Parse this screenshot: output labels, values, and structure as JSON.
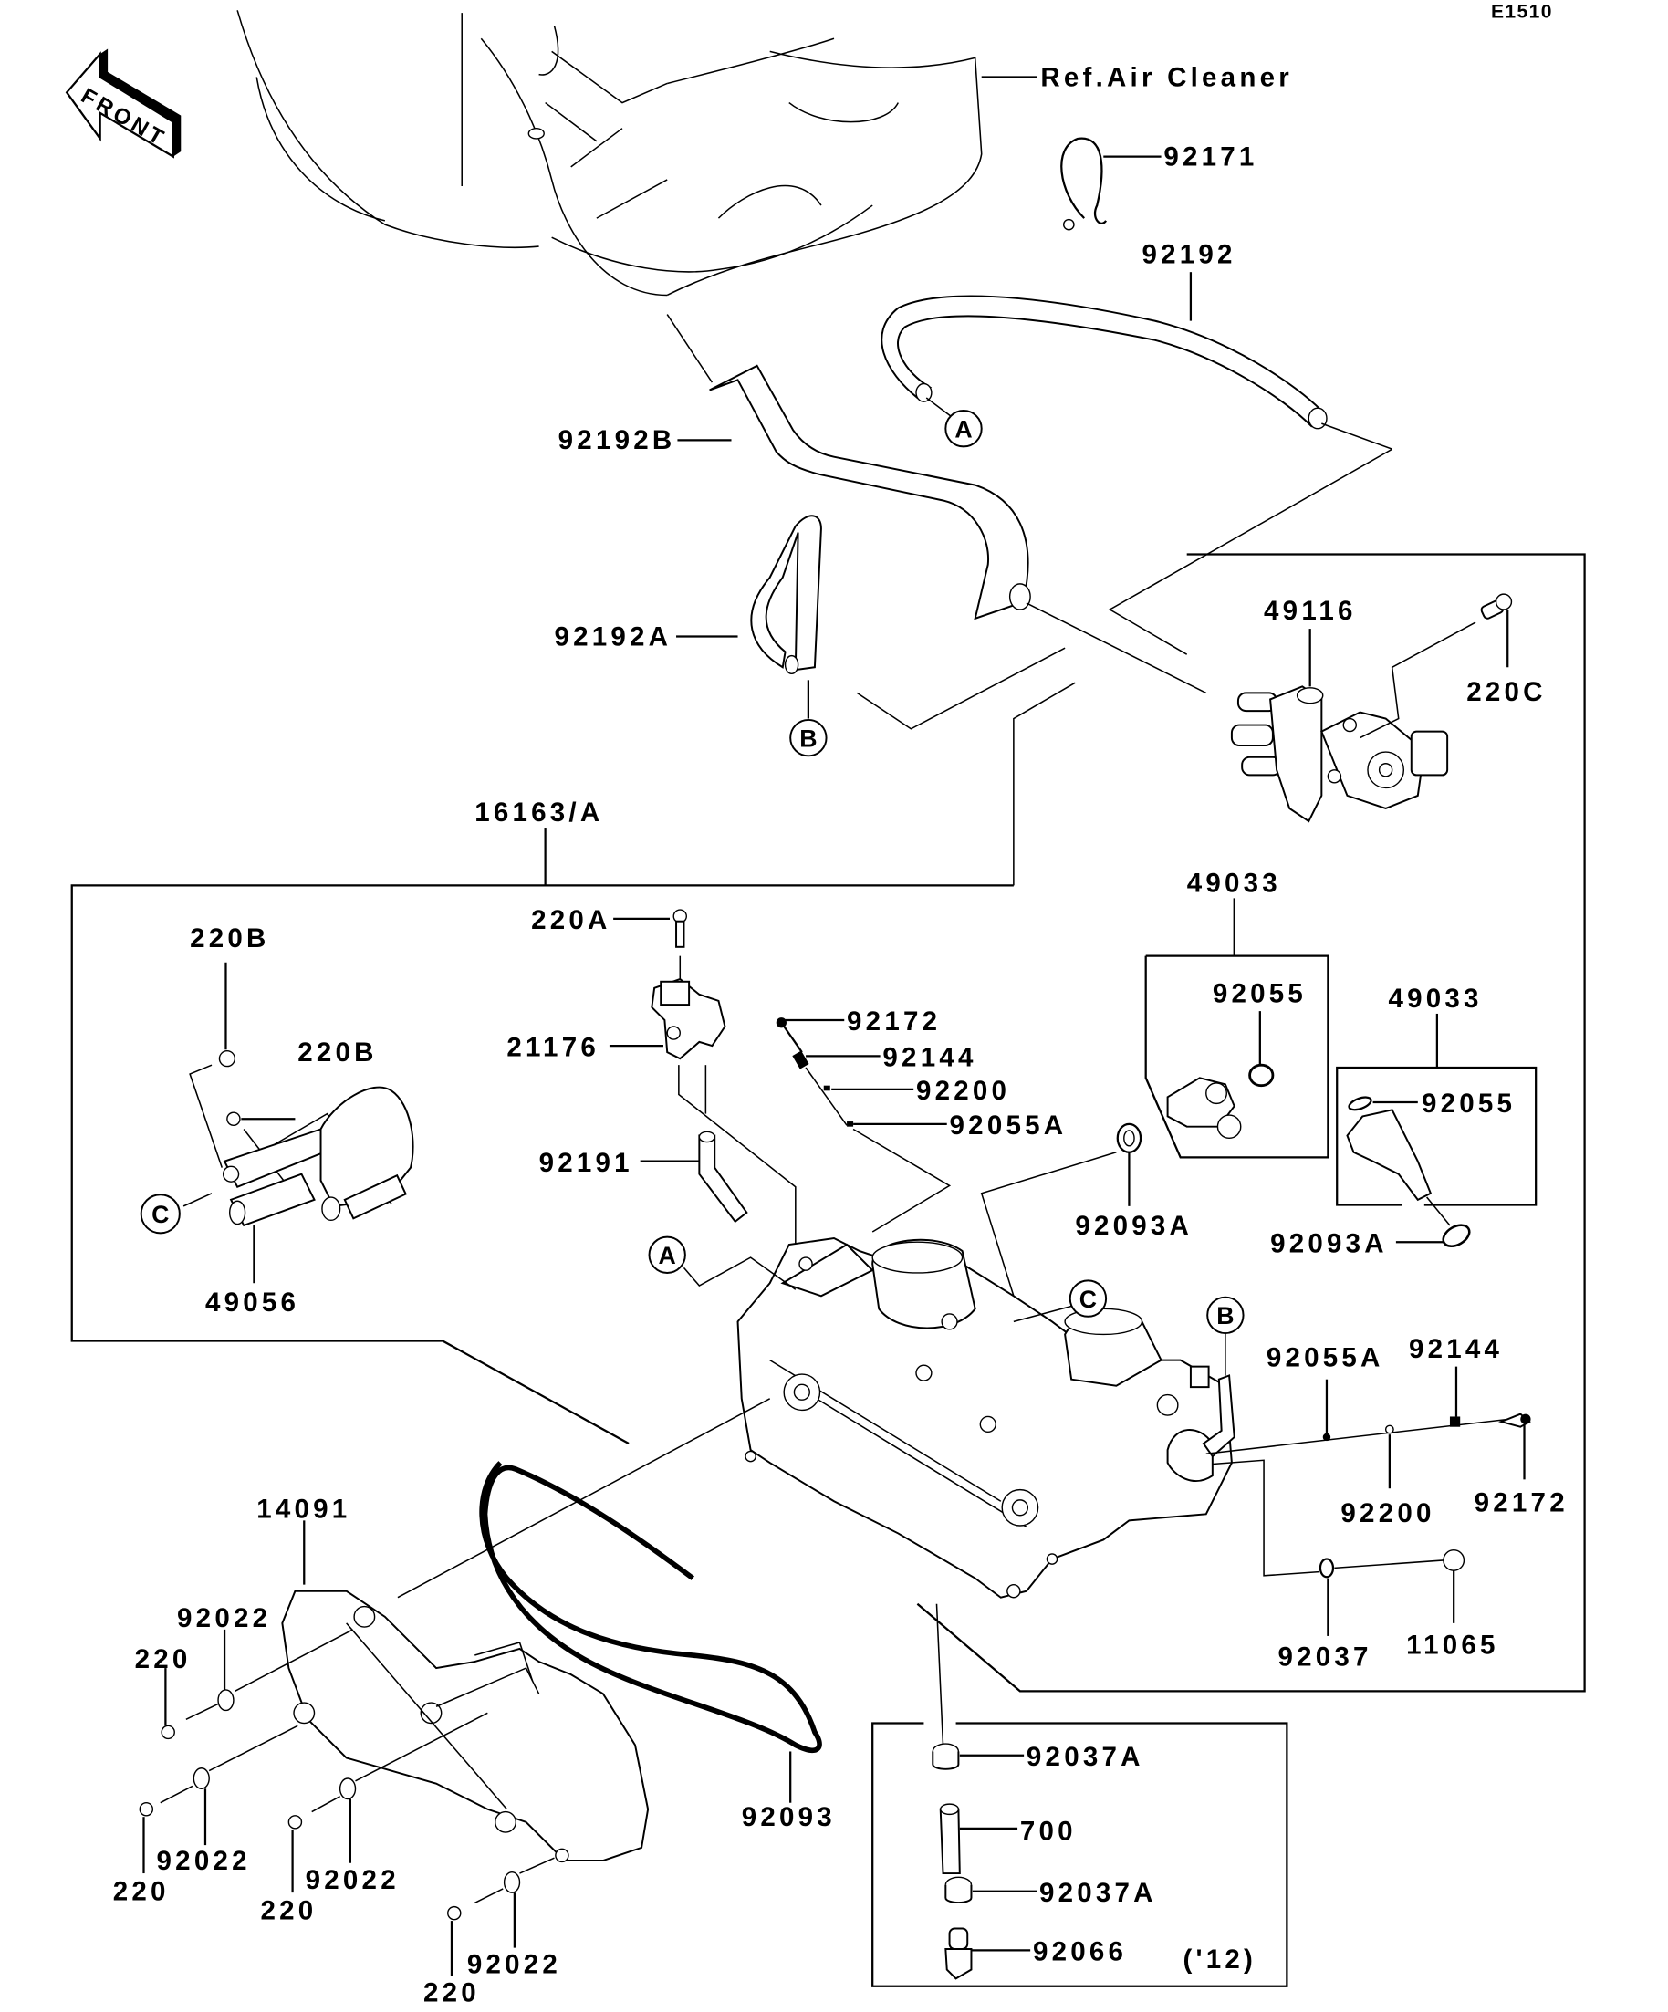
{
  "diagram": {
    "code": "E1510",
    "front_label": "FRONT",
    "reference": "Ref.Air Cleaner",
    "year_note": "('12)",
    "callouts": [
      "A",
      "B",
      "C"
    ],
    "part_numbers": {
      "clip_92171": "92171",
      "hose_92192": "92192",
      "hose_92192b": "92192B",
      "hose_92192a": "92192A",
      "valve_49116": "49116",
      "bolt_220c": "220C",
      "assy_16163a": "16163/A",
      "bolt_220a": "220A",
      "sensor_21176": "21176",
      "hose_92191": "92191",
      "screw_92172_top": "92172",
      "spring_92144_top": "92144",
      "washer_92200_top": "92200",
      "oring_92055a_top": "92055A",
      "injector_49033_left": "49033",
      "oring_92055_left": "92055",
      "injector_49033_right": "49033",
      "oring_92055_right": "92055",
      "seal_92093a_left": "92093A",
      "seal_92093a_right": "92093A",
      "bolt_220b_top": "220B",
      "bolt_220b_mid": "220B",
      "pipe_49056": "49056",
      "oring_92055a_right": "92055A",
      "spring_92144_right": "92144",
      "washer_92200_right": "92200",
      "screw_92172_right": "92172",
      "clamp_92037": "92037",
      "cap_11065": "11065",
      "cover_14091": "14091",
      "washer_92022_a": "92022",
      "bolt_220_a": "220",
      "washer_92022_b": "92022",
      "bolt_220_b": "220",
      "washer_92022_c": "92022",
      "bolt_220_c": "220",
      "washer_92022_d": "92022",
      "bolt_220_d": "220",
      "gasket_92093": "92093",
      "clamp_92037a_top": "92037A",
      "hose_700": "700",
      "clamp_92037a_bottom": "92037A",
      "fitting_92066": "92066"
    }
  }
}
